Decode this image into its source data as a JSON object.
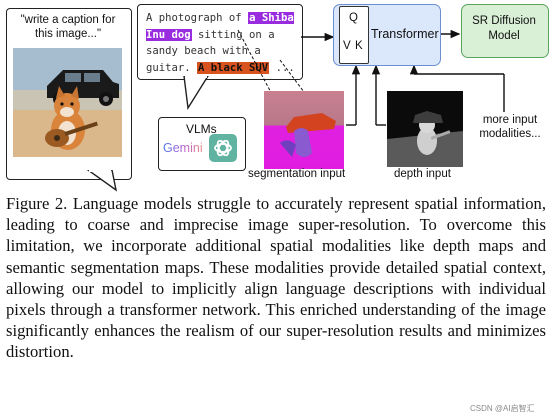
{
  "bubble_prompt": "\"write a caption for this image...\"",
  "caption": {
    "part1": "A photograph of ",
    "highlight1": "a Shiba Inu dog",
    "part2": " sitting on a sandy beach with a guitar. ",
    "highlight2": "A black SUV",
    "part3": " ..."
  },
  "vlm": {
    "label": "VLMs",
    "gemini": "Gemini"
  },
  "transformer": {
    "q": "Q",
    "v": "V",
    "k": "K",
    "label": "Transformer"
  },
  "sr_model": "SR Diffusion Model",
  "inputs": {
    "segmentation": "segmentation input",
    "depth": "depth input",
    "more": "more input modalities..."
  },
  "figure_caption": "Figure 2. Language models struggle to accurately represent spatial information, leading to coarse and imprecise image super-resolution. To overcome this limitation, we incorporate additional spatial modalities like depth maps and semantic segmentation maps. These modalities provide detailed spatial context, allowing our model to implicitly align language descriptions with individual pixels through a transformer network. This enriched understanding of the image significantly enhances the realism of our super-resolution results and minimizes distortion.",
  "watermark": "CSDN @AI启智汇",
  "colors": {
    "highlight_purple": "#9a2ce0",
    "highlight_orange": "#d9531e",
    "transformer_fill": "#dbe7fb",
    "sr_fill": "#d9efd6",
    "segmentation_magenta": "#e01ce0"
  }
}
